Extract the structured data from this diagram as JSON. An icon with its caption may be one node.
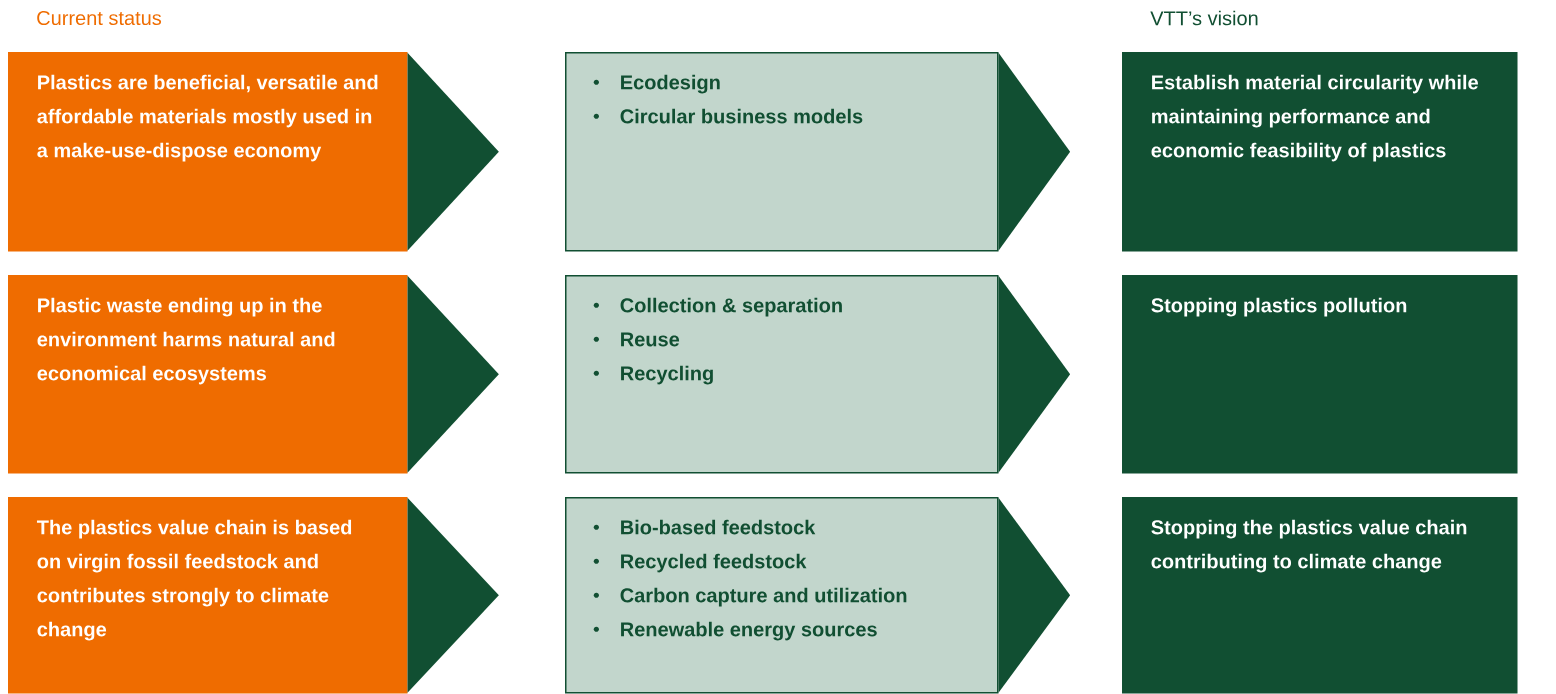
{
  "diagram": {
    "nodes": [
      {
        "text": [
          "Plastics are beneficial, versatile and affordable materials mostly used in a make-use-dispose economy"
        ]
      },
      {
        "text": [
          "Plastic waste ending up in the environment harms natural and economical ecosystems"
        ]
      },
      {
        "text": [
          "The plastics value chain is based on virgin fossil feedstock and contributes strongly to climate change"
        ]
      },
      {
        "text": [
          "Ecodesign",
          "Circular business models"
        ]
      },
      {
        "text": [
          "Collection & separation",
          "Reuse",
          "Recycling"
        ]
      },
      {
        "text": [
          "Bio-based feedstock",
          "Recycled feedstock",
          "Carbon capture and utilization",
          "Renewable energy sources"
        ]
      },
      {
        "text": [
          "Establish material circularity while maintaining performance and economic feasibility of plastics"
        ]
      },
      {
        "text": [
          "Stopping plastics pollution"
        ]
      },
      {
        "text": [
          "Stopping the plastics value chain contributing to climate change"
        ]
      }
    ],
    "edges": [
      {
        "from": 0,
        "to": 3,
        "arrow": "to"
      },
      {
        "from": 1,
        "to": 4,
        "arrow": "to"
      },
      {
        "from": 2,
        "to": 5,
        "arrow": "to"
      },
      {
        "from": 3,
        "to": 6,
        "arrow": "to"
      },
      {
        "from": 4,
        "to": 7,
        "arrow": "to"
      },
      {
        "from": 5,
        "to": 8,
        "arrow": "to"
      }
    ],
    "labels": [
      "Current status",
      "VTT’s vision"
    ]
  }
}
